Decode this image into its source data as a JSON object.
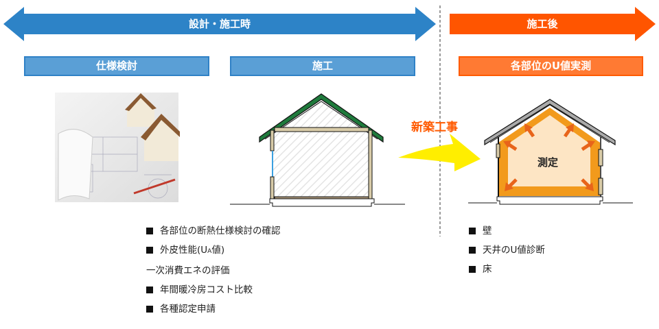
{
  "phases": {
    "design_construction": "設計・施工時",
    "after_construction": "施工後"
  },
  "steps": [
    {
      "label": "仕様検討"
    },
    {
      "label": "施工"
    },
    {
      "label": "各部位のU値実測"
    }
  ],
  "transition_label": "新築工事",
  "measure_label": "測定",
  "left_list": [
    {
      "text": "各部位の断熱仕様検討の確認",
      "bullet": true
    },
    {
      "text_before": "外皮性能(U",
      "text_sub": "A",
      "text_after": "値)",
      "bullet": true
    },
    {
      "text": "一次消費エネの評価",
      "bullet": false
    },
    {
      "text": "年間暖冷房コスト比較",
      "bullet": true
    },
    {
      "text": "各種認定申請",
      "bullet": true
    }
  ],
  "right_list": [
    {
      "text": "壁"
    },
    {
      "text": "天井のU値診断"
    },
    {
      "text": "床"
    }
  ],
  "colors": {
    "blue": "#2f81c6",
    "orange": "#ff5a00",
    "yellow": "#ffee00"
  }
}
